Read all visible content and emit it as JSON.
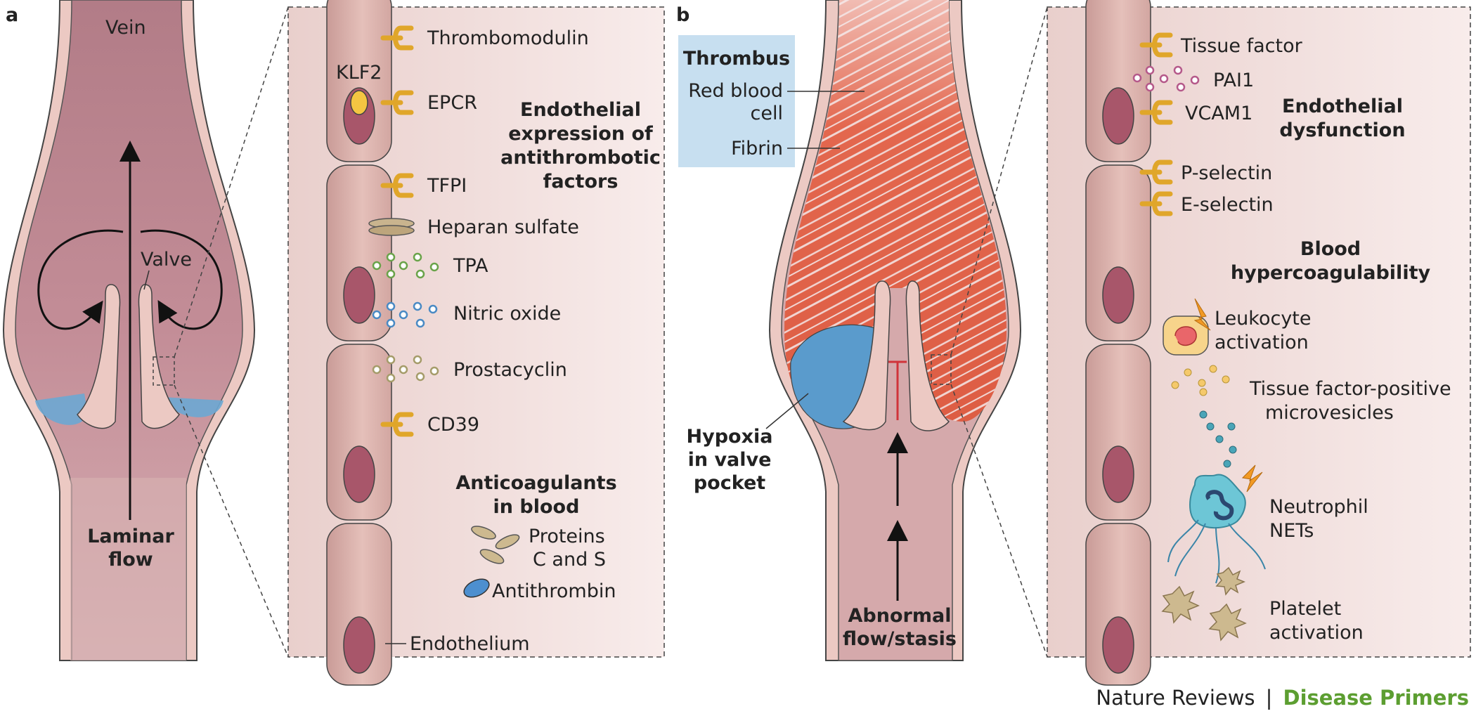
{
  "panels": {
    "a": "a",
    "b": "b"
  },
  "panel_a": {
    "vein": "Vein",
    "valve": "Valve",
    "laminar_flow": [
      "Laminar",
      "flow"
    ],
    "receptors": [
      "Thrombomodulin",
      "EPCR",
      "TFPI",
      "CD39"
    ],
    "klf2": "KLF2",
    "heparan": "Heparan sulfate",
    "tpa": "TPA",
    "nitric_oxide": "Nitric oxide",
    "prostacyclin": "Prostacyclin",
    "endothelial_heading": [
      "Endothelial",
      "expression of",
      "antithrombotic",
      "factors"
    ],
    "anticoagulants_heading": [
      "Anticoagulants",
      "in blood"
    ],
    "proteins": [
      "Proteins",
      "C and S"
    ],
    "antithrombin": "Antithrombin",
    "endothelium": "Endothelium"
  },
  "panel_b": {
    "thrombus_title": "Thrombus",
    "red_blood_cell": [
      "Red blood",
      "cell"
    ],
    "fibrin": "Fibrin",
    "hypoxia": [
      "Hypoxia",
      "in valve",
      "pocket"
    ],
    "abnormal_flow": [
      "Abnormal",
      "flow/stasis"
    ],
    "tissue_factor": "Tissue factor",
    "pai1": "PAI1",
    "vcam1": "VCAM1",
    "p_selectin": "P-selectin",
    "e_selectin": "E-selectin",
    "dysfunction_heading": [
      "Endothelial",
      "dysfunction"
    ],
    "hypercoag_heading": [
      "Blood",
      "hypercoagulability"
    ],
    "leukocyte": [
      "Leukocyte",
      "activation"
    ],
    "microvesicles": [
      "Tissue factor-positive",
      "microvesicles"
    ],
    "neutrophil": [
      "Neutrophil",
      "NETs"
    ],
    "platelet": [
      "Platelet",
      "activation"
    ]
  },
  "credit": {
    "journal": "Nature Reviews",
    "separator": "|",
    "series": "Disease Primers"
  },
  "colors": {
    "vein_wall": "#ecc9c3",
    "lumen": "#c98a94",
    "endothelial_cell": "#ddafa9",
    "nucleus": "#a8566a",
    "receptor": "#f5c243",
    "hypoxia_blue": "#5a9bcc",
    "thrombus_red": "#e0624a",
    "thrombus_box": "#c7dff0",
    "credit_green": "#5c9e31"
  }
}
